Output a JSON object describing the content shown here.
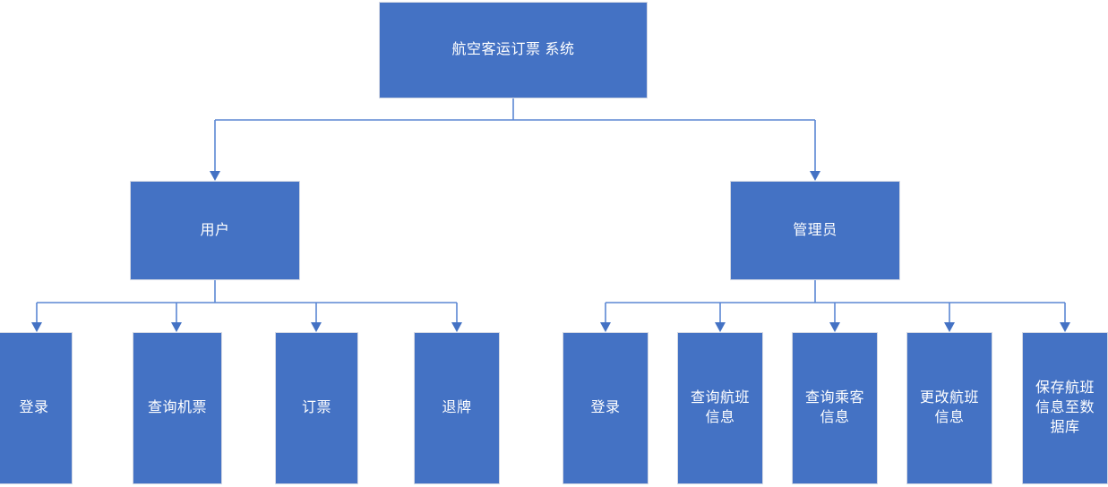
{
  "diagram": {
    "title": "航空客运订票 系统",
    "background_color": "#FFFFFF",
    "node_fill_color": "#4472C4",
    "node_text_color": "#FFFFFF",
    "connector_color": "#5B87D4",
    "root": {
      "label": "航空客运订票 系统"
    },
    "level2": [
      {
        "label": "用户"
      },
      {
        "label": "管理员"
      }
    ],
    "user_children": [
      {
        "label": "登录"
      },
      {
        "label": "查询机票"
      },
      {
        "label": "订票"
      },
      {
        "label": "退牌"
      }
    ],
    "admin_children": [
      {
        "label": "登录"
      },
      {
        "label": "查询航班\n信息"
      },
      {
        "label": "查询乘客\n信息"
      },
      {
        "label": "更改航班\n信息"
      },
      {
        "label": "保存航班\n信息至数\n据库"
      }
    ]
  }
}
